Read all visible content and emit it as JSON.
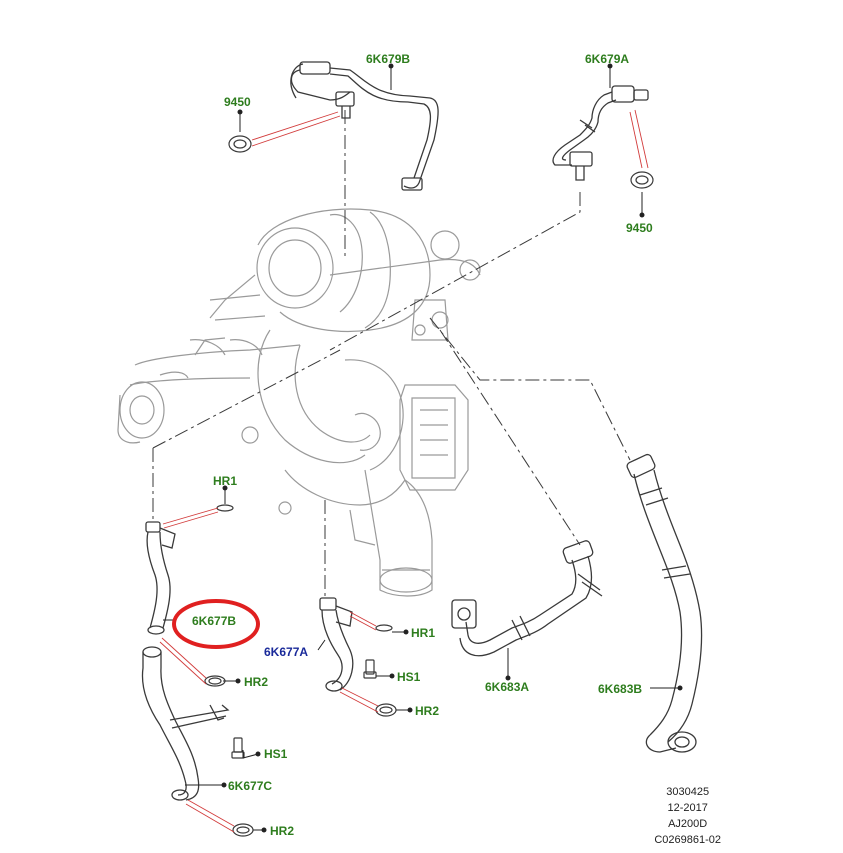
{
  "colors": {
    "green_label": "#2e7d1e",
    "blue_label": "#1a2a9a",
    "leader_red": "#d23c3c",
    "highlight_circle": "#e02020",
    "line_art": "#3a3a3a",
    "engine_art": "#9a9a9a"
  },
  "labels": {
    "p_6K679B": "6K679B",
    "p_6K679A": "6K679A",
    "p_9450_left": "9450",
    "p_9450_right": "9450",
    "p_HR1_top": "HR1",
    "p_6K677B": "6K677B",
    "p_HR2_left": "HR2",
    "p_HS1_left": "HS1",
    "p_6K677C": "6K677C",
    "p_HR2_bottom": "HR2",
    "p_6K677A": "6K677A",
    "p_HR1_mid": "HR1",
    "p_HS1_mid": "HS1",
    "p_HR2_mid": "HR2",
    "p_6K683A": "6K683A",
    "p_6K683B": "6K683B"
  },
  "highlight": {
    "target": "6K677B"
  },
  "reference": {
    "line1": "3030425",
    "line2": "12-2017",
    "line3": "AJ200D",
    "line4": "C0269861-02"
  }
}
